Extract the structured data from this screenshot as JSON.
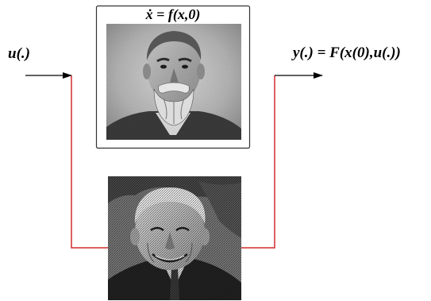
{
  "diagram": {
    "input_label": "u(.)",
    "system_equation": "ẋ = f(x,0)",
    "output_label": "y(.) = F(x(0),u(.))",
    "connector_color": "#d42a2a",
    "arrow_color": "#000000",
    "portrait_top_icon": "bearded-man-portrait",
    "portrait_bottom_icon": "smiling-elderly-man-portrait"
  }
}
